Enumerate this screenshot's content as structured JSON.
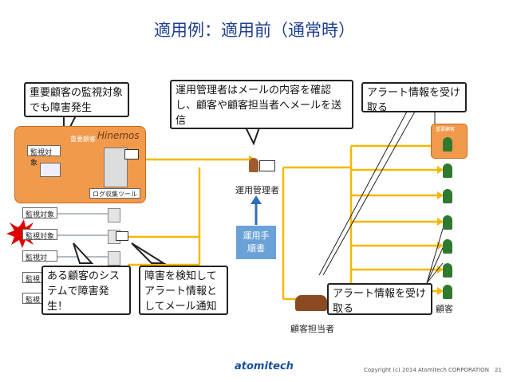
{
  "title": "適用例：適用前（通常時）",
  "callouts": {
    "top_left": "重要顧客の監視対象でも障害発生",
    "top_mid": "運用管理者はメールの内容を確認し、顧客や顧客担当者へメールを送信",
    "top_right": "アラート情報を受け取る",
    "bottom_left": "ある顧客のシステムで障害発生！",
    "bottom_mid": "障害を検知してアラート情報としてメール通知",
    "bottom_right": "アラート情報を受け取る"
  },
  "labels": {
    "important_customer": "重要顧客",
    "hinemos": "Hinemos",
    "monitor_target": "監視対象",
    "log_tool": "ログ収集ツール",
    "ops_admin": "運用管理者",
    "ops_manual": "運用手順書",
    "customer_rep": "顧客担当者",
    "customer": "顧客",
    "important_customer_small": "重要顧客"
  },
  "monitor_rows": [
    "監視対象",
    "監視対象",
    "監視対",
    "監視",
    "監視"
  ],
  "footer": {
    "brand": "atomitech",
    "copyright": "Copyright (c) 2014 Atomitech CORPORATION",
    "page": "21"
  },
  "colors": {
    "title": "#1f3f8f",
    "line": "#f5b800",
    "arrow_gray": "#9aa5b5",
    "orange": "#f29a4c",
    "blue_box": "#6aa2d8"
  }
}
